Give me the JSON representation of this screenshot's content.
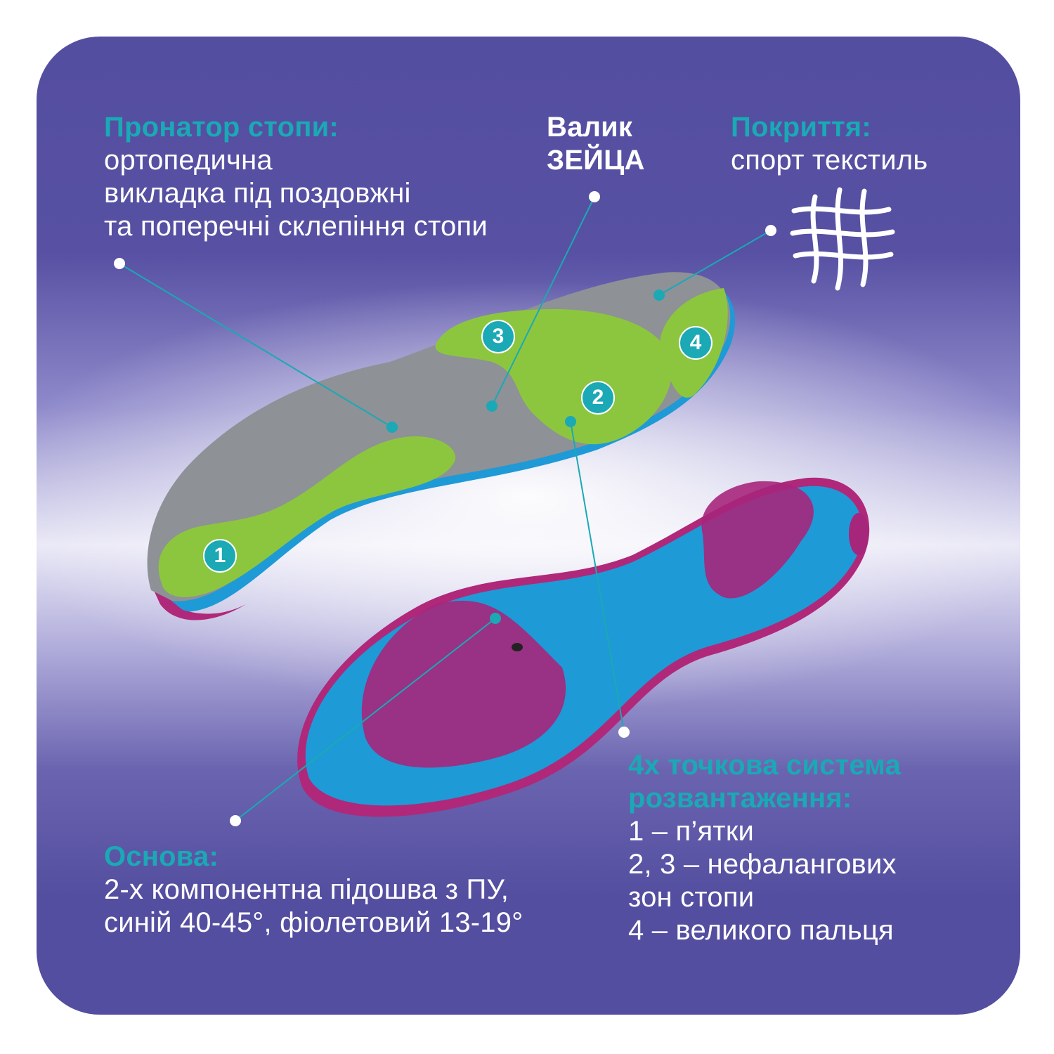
{
  "colors": {
    "panel": "#544ea0",
    "accent": "#1aa9b5",
    "insole_top": "#8e9196",
    "gel_green": "#8cc63f",
    "base_blue": "#1e9ad6",
    "base_purple": "#b0287a"
  },
  "pronator": {
    "title": "Пронатор стопи:",
    "lines": [
      "ортопедична",
      "викладка під поздовжні",
      "та поперечні склепіння стопи"
    ]
  },
  "roller": {
    "lines": [
      "Валик",
      "ЗЕЙЦА"
    ]
  },
  "coating": {
    "title": "Покриття:",
    "text": "спорт текстиль",
    "icon": "textile-mesh-icon"
  },
  "base": {
    "title": "Основа:",
    "lines": [
      "2-х компонентна підошва з ПУ,",
      "синій 40-45°, фіолетовий 13-19°"
    ]
  },
  "system": {
    "title_lines": [
      "4х точкова система",
      "розвантаження:"
    ],
    "lines": [
      "1 – п’ятки",
      "2, 3 – нефалангових",
      "зон стопи",
      "4 – великого пальця"
    ]
  },
  "markers": [
    "1",
    "2",
    "3",
    "4"
  ]
}
